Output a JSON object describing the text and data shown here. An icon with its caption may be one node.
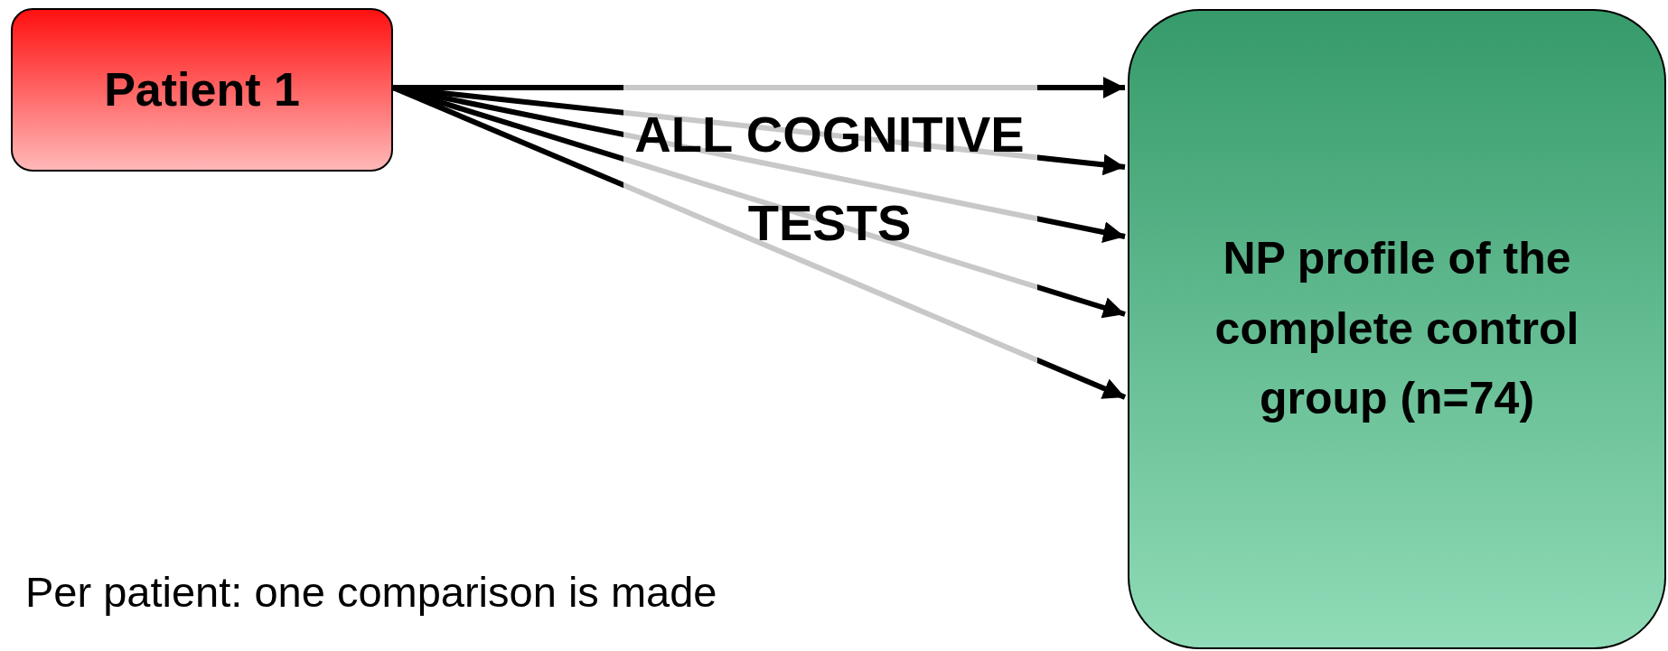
{
  "diagram": {
    "nodes": [
      {
        "text": [
          "Patient 1"
        ]
      },
      {
        "text": [
          "NP profile of the complete control group (n=74)"
        ]
      }
    ],
    "edges": [
      {
        "from": 0,
        "to": 1,
        "arrow": "to"
      },
      {
        "from": 0,
        "to": 1,
        "arrow": "to"
      },
      {
        "from": 0,
        "to": 1,
        "arrow": "to"
      },
      {
        "from": 0,
        "to": 1,
        "arrow": "to"
      },
      {
        "from": 0,
        "to": 1,
        "arrow": "to"
      }
    ],
    "labels": [
      "ALL COGNITIVE TESTS",
      "Per patient: one comparison is made"
    ]
  }
}
